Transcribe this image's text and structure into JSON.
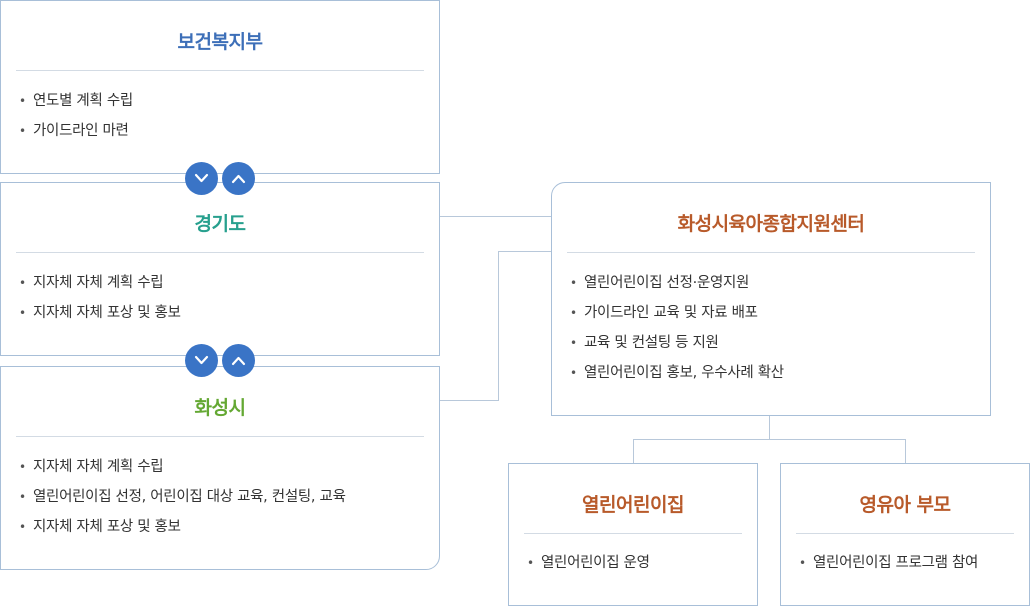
{
  "left": {
    "ministry": {
      "title": "보건복지부",
      "items": [
        "연도별 계획 수립",
        "가이드라인 마련"
      ]
    },
    "province": {
      "title": "경기도",
      "items": [
        "지자체 자체 계획 수립",
        "지자체 자체 포상 및 홍보"
      ]
    },
    "city": {
      "title": "화성시",
      "items": [
        "지자체 자체 계획 수립",
        "열린어린이집 선정, 어린이집 대상 교육, 컨설팅, 교육",
        "지자체 자체 포상 및 홍보"
      ]
    }
  },
  "center": {
    "title": "화성시육아종합지원센터",
    "items": [
      "열린어린이집 선정·운영지원",
      "가이드라인 교육 및 자료 배포",
      "교육 및 컨설팅 등 지원",
      "열린어린이집 홍보, 우수사례 확산"
    ]
  },
  "daycare": {
    "title": "열린어린이집",
    "items": [
      "열린어린이집 운영"
    ]
  },
  "parents": {
    "title": "영유아 부모",
    "items": [
      "열린어린이집 프로그램 참여"
    ]
  },
  "icons": {
    "down": "chevron-down-icon",
    "up": "chevron-up-icon"
  },
  "colors": {
    "ministry_title": "#3d6fb8",
    "province_title": "#27a08e",
    "city_title": "#64a833",
    "right_titles": "#b85a2a",
    "button": "#3a74c6",
    "border": "#a8bfd8"
  }
}
